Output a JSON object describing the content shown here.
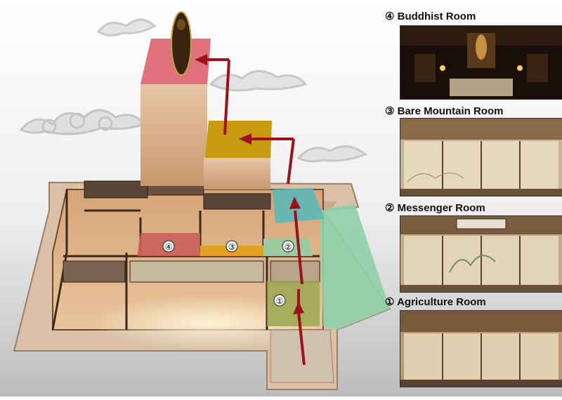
{
  "rooms": [
    {
      "marker": "④",
      "title": "Buddhist Room"
    },
    {
      "marker": "③",
      "title": "Bare Mountain Room"
    },
    {
      "marker": "②",
      "title": "Messenger Room"
    },
    {
      "marker": "①",
      "title": "Agriculture Room"
    }
  ],
  "plan_markers": {
    "m4": "④",
    "m3": "③",
    "m2": "②",
    "m1": "①"
  },
  "colors": {
    "path_arrow": "#a0101a",
    "statue_block": "#e0707a",
    "room3_block": "#c89a10",
    "room2_block": "#5cb8b8",
    "entrance_green": "#8fd0a8"
  }
}
